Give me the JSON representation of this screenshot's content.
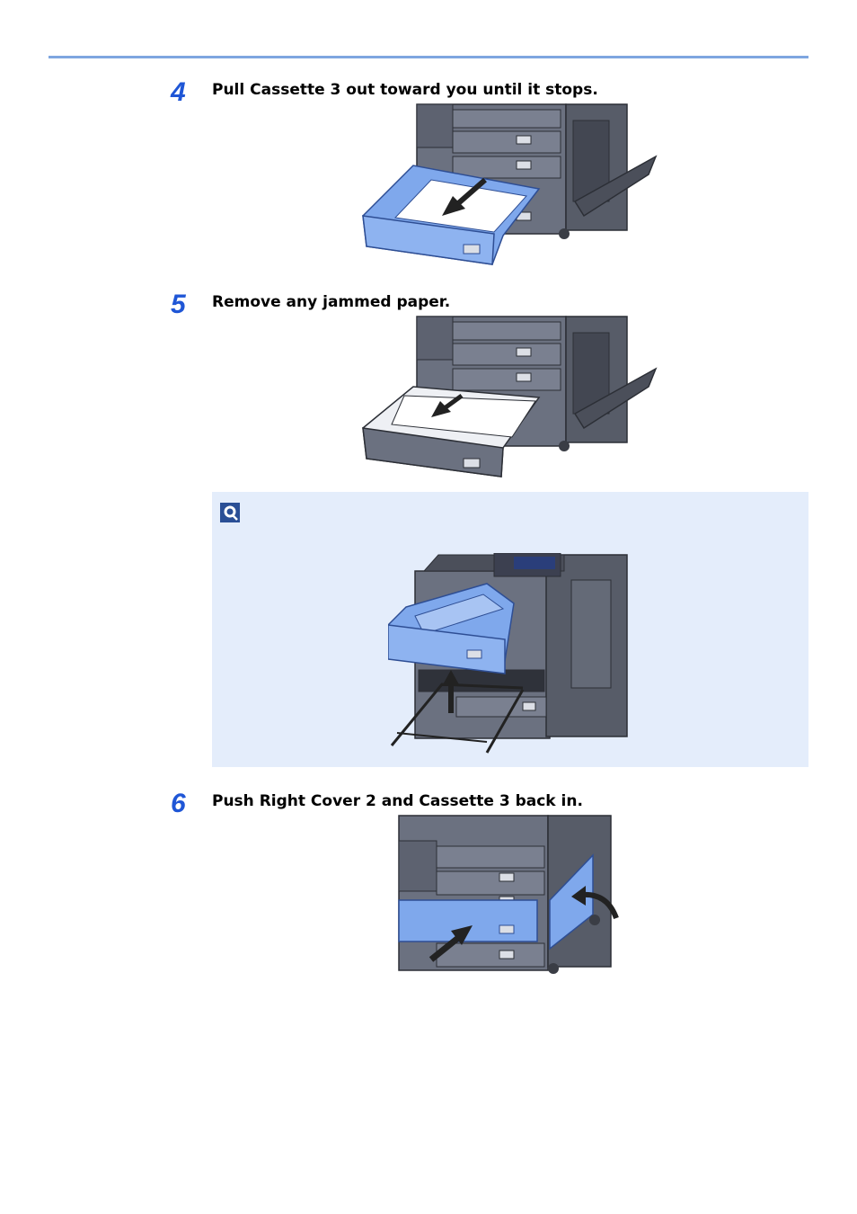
{
  "steps": [
    {
      "number": "4",
      "text": "Pull Cassette 3 out toward you until it stops."
    },
    {
      "number": "5",
      "text": "Remove any jammed paper."
    },
    {
      "number": "6",
      "text": "Push Right Cover 2 and Cassette 3 back in."
    }
  ],
  "note": {
    "icon": "note-icon"
  },
  "colors": {
    "accent_blue": "#1f56d6",
    "rule": "#7ea6e0",
    "note_bg": "#e4edfb",
    "highlight": "#7fa8ec",
    "machine": "#6b7180"
  }
}
